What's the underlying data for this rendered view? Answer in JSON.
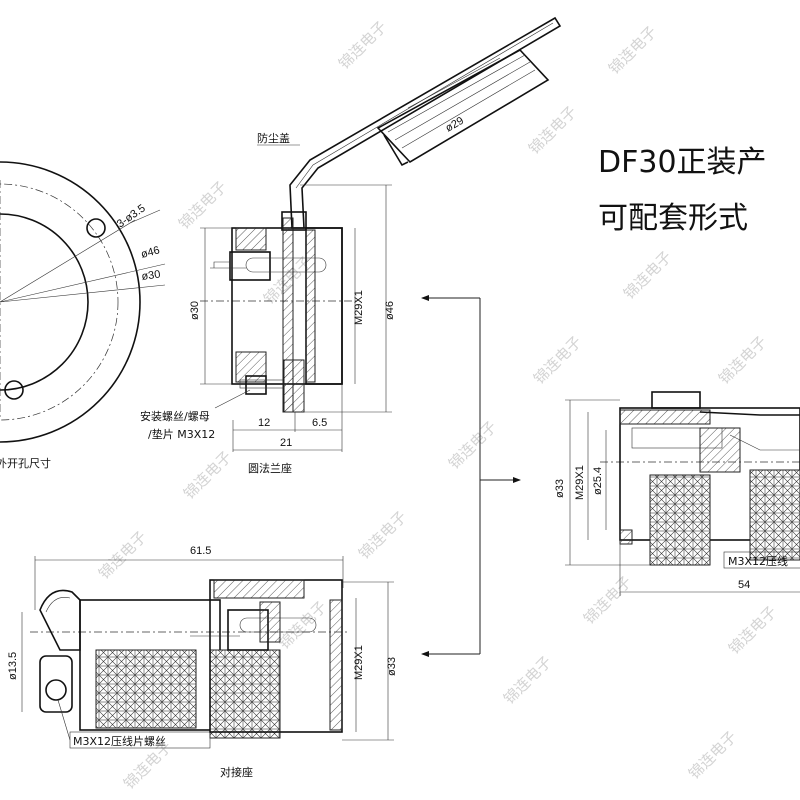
{
  "title": {
    "line1": "DF30正装产",
    "line2": "可配套形式"
  },
  "watermark": "锦连电子",
  "labels": {
    "dust_cap": "防尘盖",
    "panel_hole": "外开孔尺寸",
    "flange_base": "圆法兰座",
    "mate_plug": "对接座",
    "screw_note_1": "安装螺丝/螺母",
    "screw_note_2": "/垫片  M3X12",
    "crimp_screw": "M3X12压线片螺丝",
    "crimp_screw_right": "M3X12压线"
  },
  "dimensions": {
    "holes": "3-ø3.5",
    "d46_left": "ø46",
    "d30_left": "ø30",
    "d29_cap": "ø29",
    "d30_flange": "ø30",
    "thread_flange": "M29X1",
    "d46_flange": "ø46",
    "len12": "12",
    "len6_5": "6.5",
    "len21": "21",
    "len61_5": "61.5",
    "d13_5": "ø13.5",
    "thread_plug": "M29X1",
    "d33_plug": "ø33",
    "d33_right": "ø33",
    "thread_right": "M29X1",
    "d25_4_right": "ø25.4",
    "len54": "54"
  },
  "colors": {
    "line": "#222222",
    "watermark": "#d4d4d4"
  }
}
